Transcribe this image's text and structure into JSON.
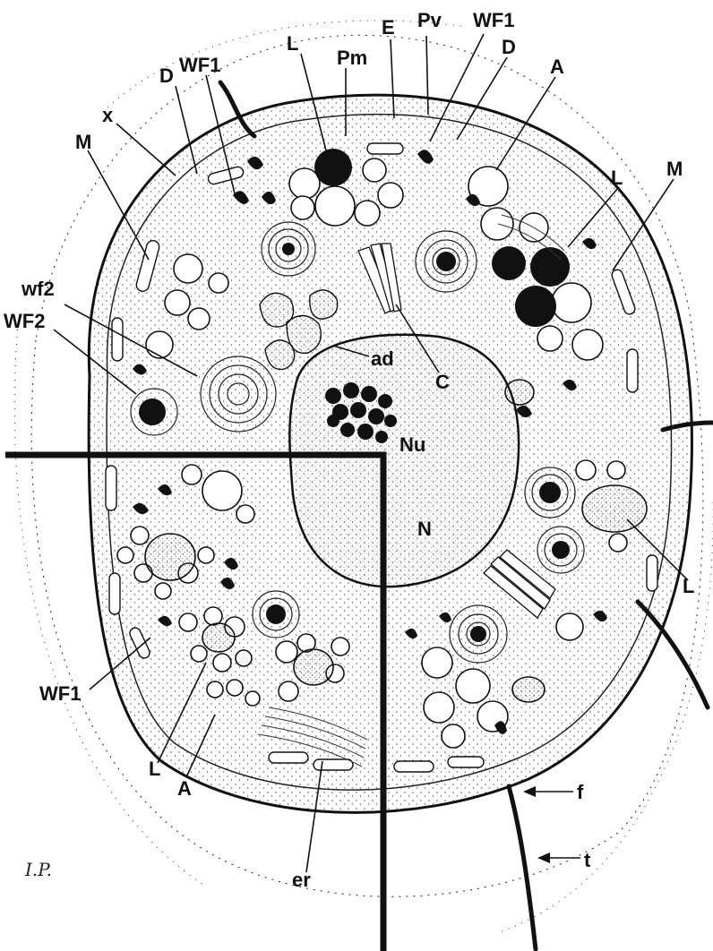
{
  "labels": {
    "L_top": "L",
    "Pm": "Pm",
    "E": "E",
    "Pv": "Pv",
    "WF1_top_right": "WF1",
    "D_top_right": "D",
    "A_top_right": "A",
    "D_top_left": "D",
    "WF1_top_left": "WF1",
    "x": "x",
    "M_left": "M",
    "L_right": "L",
    "M_right": "M",
    "wf2": "wf2",
    "WF2": "WF2",
    "ad": "ad",
    "C": "C",
    "Nu": "Nu",
    "N": "N",
    "L_right_lower": "L",
    "WF1_bottom_left": "WF1",
    "L_bottom_left": "L",
    "A_bottom_left": "A",
    "f": "f",
    "t": "t",
    "er": "er",
    "signature": "I.P."
  },
  "colors": {
    "ink": "#111111",
    "paper": "#ffffff",
    "stipple": "#555555"
  }
}
